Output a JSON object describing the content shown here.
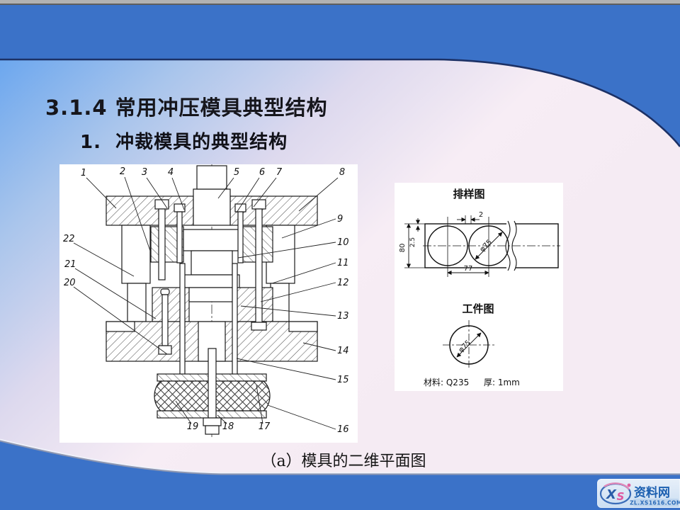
{
  "slide": {
    "title": "3.1.4 常用冲压模具典型结构",
    "subtitle": "1.  冲裁模具的典型结构",
    "caption": "（a）模具的二维平面图"
  },
  "die_diagram": {
    "part_labels": [
      "1",
      "2",
      "3",
      "4",
      "5",
      "6",
      "7",
      "8",
      "9",
      "10",
      "11",
      "12",
      "13",
      "14",
      "15",
      "16",
      "17",
      "18",
      "19",
      "20",
      "21",
      "22"
    ]
  },
  "layout_diagram": {
    "title": "排样图",
    "dim_gap": "2",
    "dim_width": "80",
    "dim_margin": "2.5",
    "dim_diameter": "φ75",
    "dim_pitch": "77"
  },
  "workpiece_diagram": {
    "title": "工件图",
    "dim_diameter": "φ75",
    "material": "材料: Q235",
    "thickness": "厚: 1mm"
  },
  "watermark": {
    "logo_x": "X",
    "logo_s": "S",
    "site_name": "资料网",
    "site_url": "ZL.XS1616.COM"
  },
  "colors": {
    "slide_blue": "#3b72c8",
    "edge_navy": "#1c3166",
    "gradient_start": "#6ca7ee",
    "gradient_end": "#f7edf5"
  }
}
